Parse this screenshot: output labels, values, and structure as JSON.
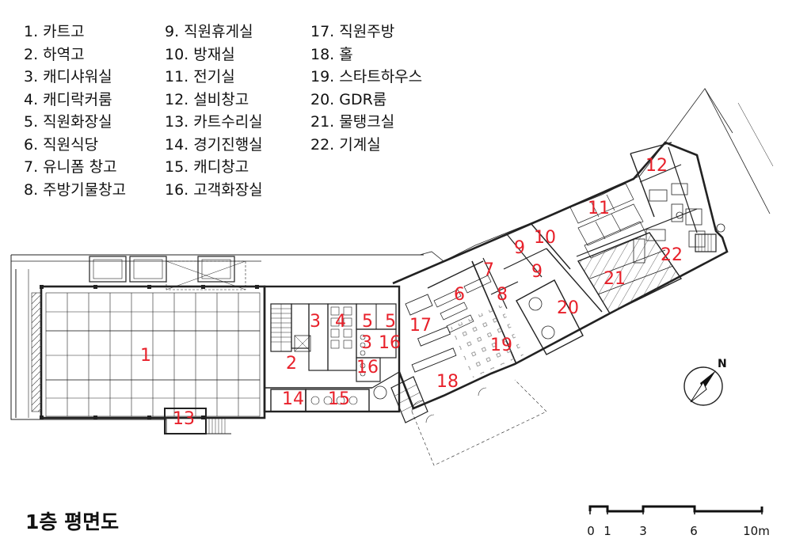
{
  "legend": {
    "columns": [
      [
        "1. 카트고",
        "2. 하역고",
        "3. 캐디샤워실",
        "4. 캐디락커룸",
        "5. 직원화장실",
        "6. 직원식당",
        "7. 유니폼 창고",
        "8. 주방기물창고"
      ],
      [
        "9. 직원휴게실",
        "10. 방재실",
        "11. 전기실",
        "12. 설비창고",
        "13. 카트수리실",
        "14. 경기진행실",
        "15. 캐디창고",
        "16. 고객화장실"
      ],
      [
        "17. 직원주방",
        "18. 홀",
        "19. 스타트하우스",
        "20. GDR룸",
        "21. 물탱크실",
        "22. 기계실"
      ]
    ]
  },
  "rooms": [
    {
      "label": "1"
    },
    {
      "label": "2"
    },
    {
      "label": "3"
    },
    {
      "label": "3"
    },
    {
      "label": "4"
    },
    {
      "label": "5"
    },
    {
      "label": "5"
    },
    {
      "label": "6"
    },
    {
      "label": "7"
    },
    {
      "label": "8"
    },
    {
      "label": "9"
    },
    {
      "label": "9"
    },
    {
      "label": "10"
    },
    {
      "label": "11"
    },
    {
      "label": "12"
    },
    {
      "label": "13"
    },
    {
      "label": "14"
    },
    {
      "label": "15"
    },
    {
      "label": "16"
    },
    {
      "label": "16"
    },
    {
      "label": "17"
    },
    {
      "label": "18"
    },
    {
      "label": "19"
    },
    {
      "label": "20"
    },
    {
      "label": "21"
    },
    {
      "label": "22"
    }
  ],
  "compass": {
    "label": "N"
  },
  "scale_bar": {
    "labels": [
      "0",
      "1",
      "3",
      "6",
      "10m"
    ]
  },
  "title": "1층 평면도"
}
